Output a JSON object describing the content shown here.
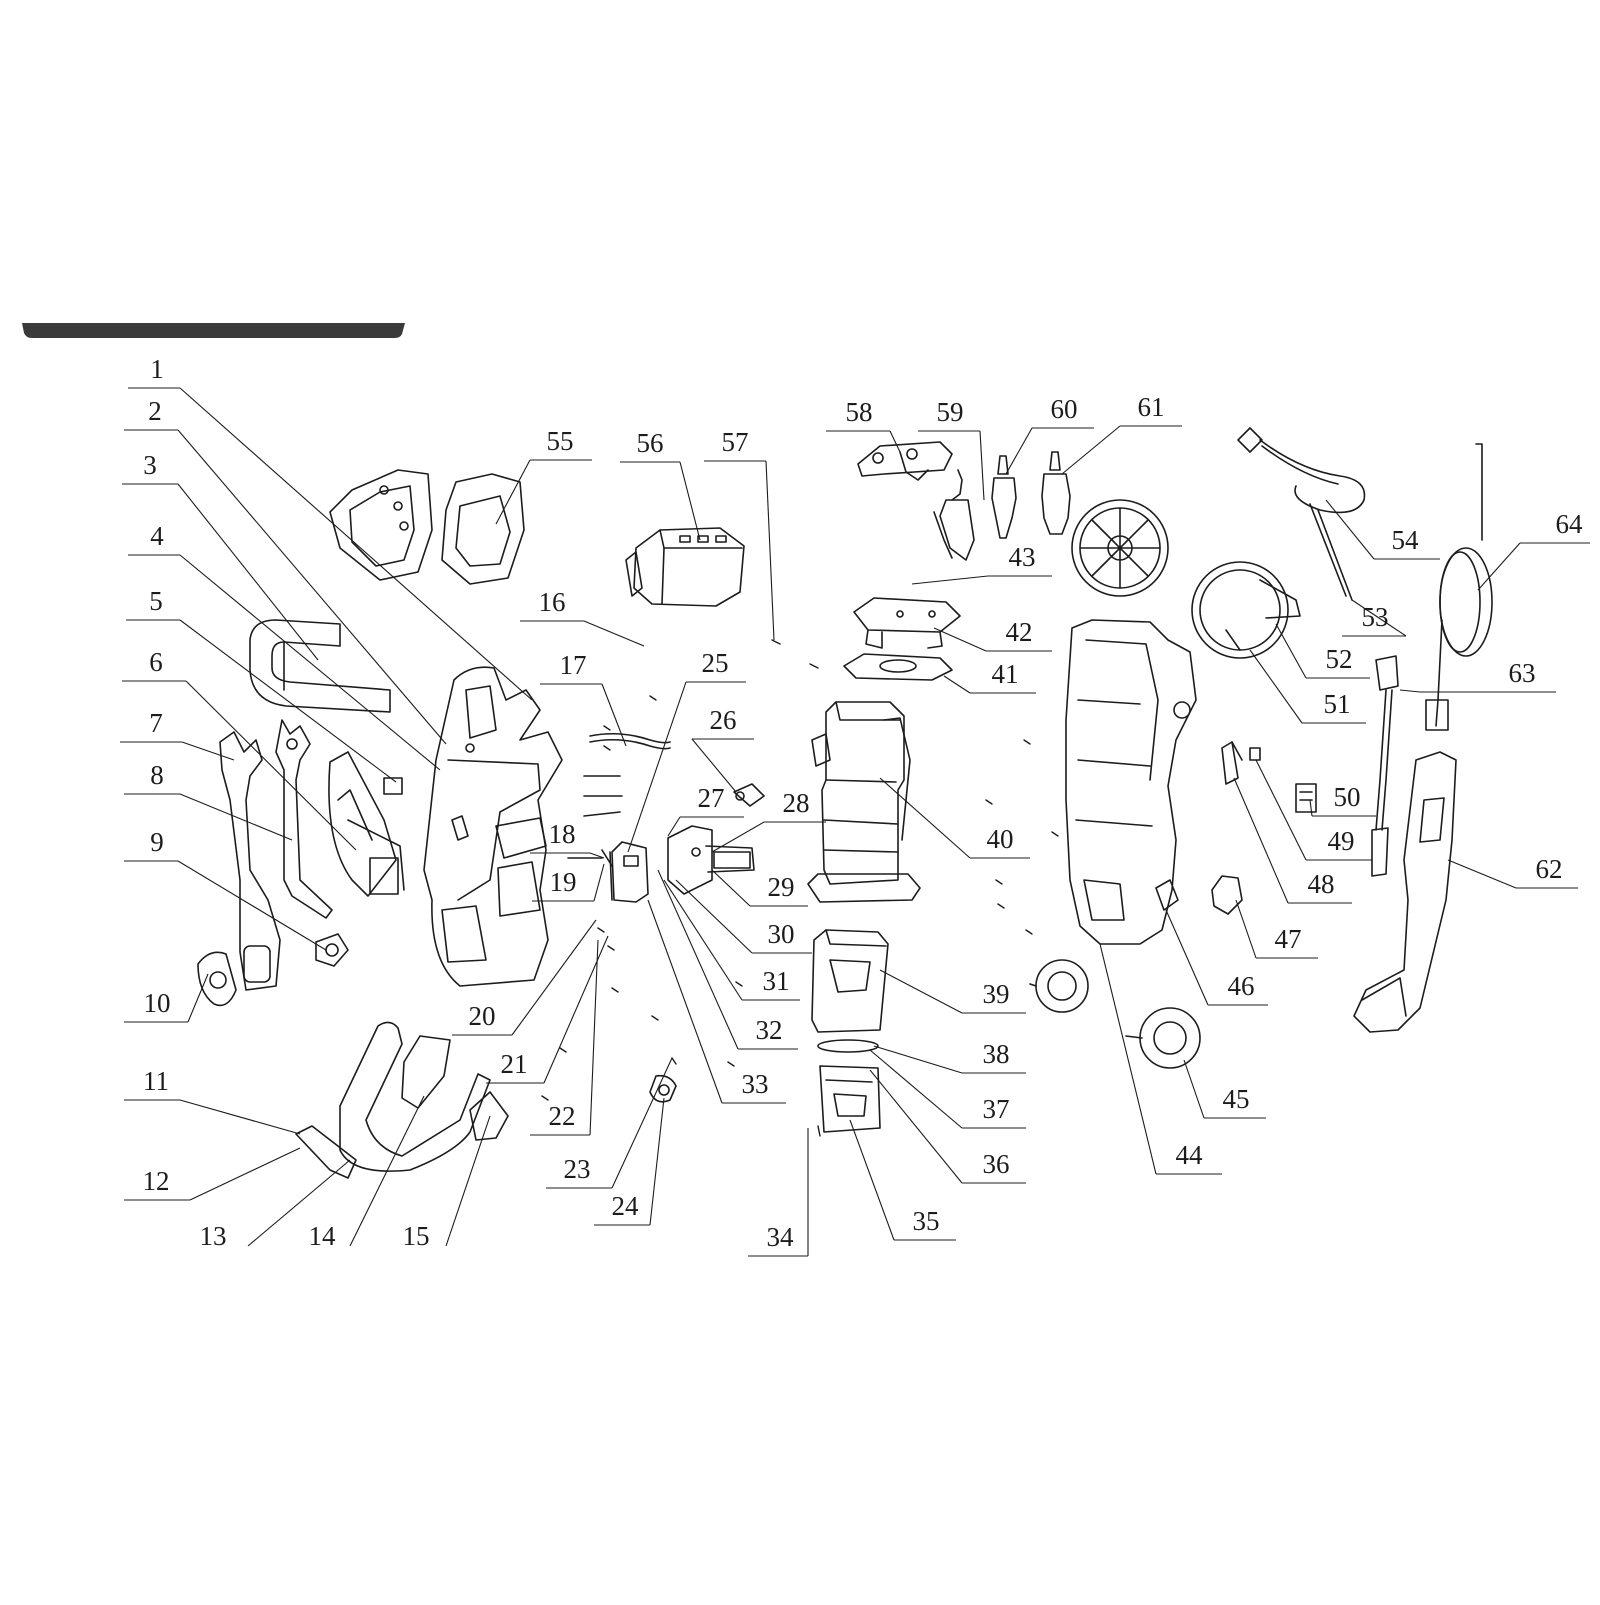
{
  "diagram": {
    "part_numbers": [
      "1",
      "2",
      "3",
      "4",
      "5",
      "6",
      "7",
      "8",
      "9",
      "10",
      "11",
      "12",
      "13",
      "14",
      "15",
      "16",
      "17",
      "18",
      "19",
      "20",
      "21",
      "22",
      "23",
      "24",
      "25",
      "26",
      "27",
      "28",
      "29",
      "30",
      "31",
      "32",
      "33",
      "34",
      "35",
      "36",
      "37",
      "38",
      "39",
      "40",
      "41",
      "42",
      "43",
      "44",
      "45",
      "46",
      "47",
      "48",
      "49",
      "50",
      "51",
      "52",
      "53",
      "54",
      "55",
      "56",
      "57",
      "58",
      "59",
      "60",
      "61",
      "62",
      "63",
      "64"
    ],
    "colors": {
      "ink": "#1c1c1c",
      "header_bar": "#3a3a3a",
      "background": "#ffffff"
    }
  }
}
